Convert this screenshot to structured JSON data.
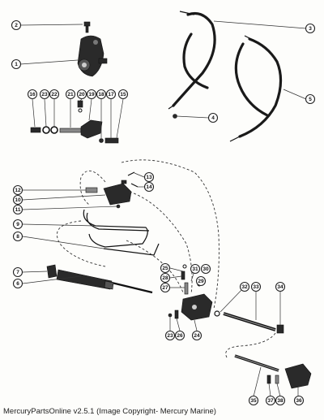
{
  "footer": {
    "caption": "MercuryPartsOnline v2.5.1 (Image Copyright- Mercury Marine)"
  },
  "callouts": {
    "c1": "1",
    "c2": "2",
    "c3": "3",
    "c4": "4",
    "c5": "5",
    "c6": "6",
    "c7": "7",
    "c8": "8",
    "c9": "9",
    "c10": "10",
    "c11": "11",
    "c12": "12",
    "c13": "13",
    "c14": "14",
    "c15": "15",
    "c16": "16",
    "c17": "17",
    "c18": "18",
    "c19": "19",
    "c20": "20",
    "c21": "21",
    "c22": "22",
    "c23": "23",
    "c24": "24",
    "c25": "25",
    "c26": "26",
    "c27": "27",
    "c28": "28",
    "c29": "29",
    "c30": "30",
    "c31": "31",
    "c32": "32",
    "c33": "33",
    "c34": "34",
    "c35": "35",
    "c36": "36",
    "c37": "37",
    "c38": "38"
  }
}
